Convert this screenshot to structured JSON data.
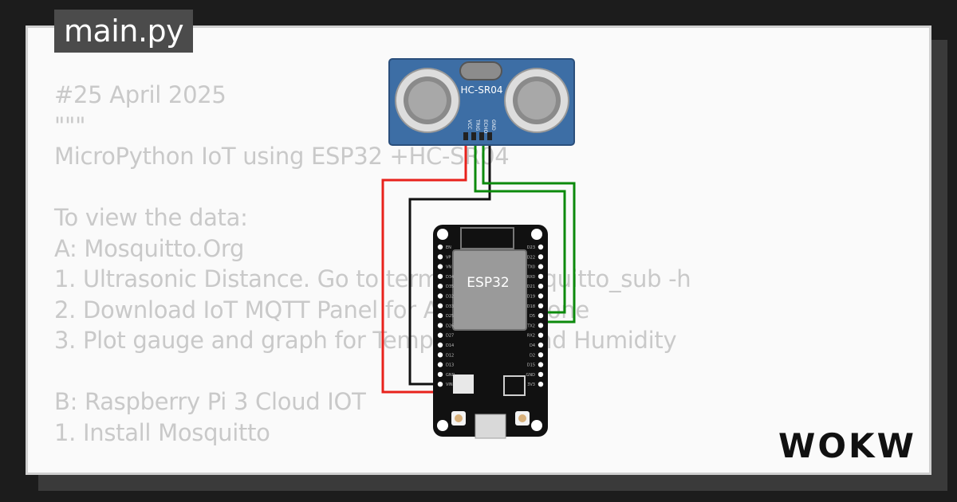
{
  "file_tab": {
    "label": "main.py"
  },
  "code_lines": [
    "#25 April 2025",
    "\"\"\"",
    "MicroPython IoT using ESP32 +HC-SR04",
    "",
    "To view the data:",
    "A: Mosquitto.Org",
    "1. Ultrasonic Distance. Go to terminal. mosquitto_sub -h",
    "2. Download IoT MQTT Panel for Android phone",
    "3. Plot gauge and graph for Temperature and Humidity",
    "",
    "B: Raspberry Pi 3 Cloud IOT",
    "1. Install Mosquitto"
  ],
  "sensor": {
    "label": "HC-SR04",
    "pins": [
      "VCC",
      "TRIG",
      "ECHO",
      "GND"
    ]
  },
  "board": {
    "label": "ESP32",
    "left_pins": [
      "EN",
      "VP",
      "VN",
      "D34",
      "D35",
      "D32",
      "D33",
      "D25",
      "D26",
      "D27",
      "D14",
      "D12",
      "D13",
      "GND",
      "VIN"
    ],
    "right_pins": [
      "D23",
      "D22",
      "TX0",
      "RX0",
      "D21",
      "D19",
      "D18",
      "D5",
      "TX2",
      "RX2",
      "D4",
      "D2",
      "D15",
      "GND",
      "3V3"
    ]
  },
  "wire_colors": {
    "red": "#e8221c",
    "black": "#111111",
    "green": "#0c8a0c"
  },
  "logo": {
    "text": "WOKWi"
  }
}
